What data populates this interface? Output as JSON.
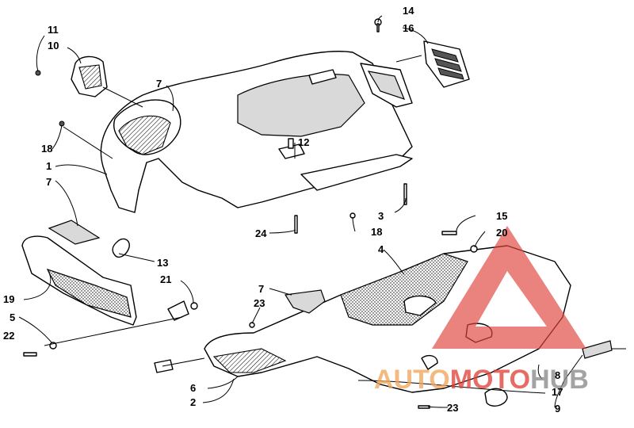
{
  "callouts": [
    {
      "id": "c1",
      "text": "1"
    },
    {
      "id": "c2",
      "text": "2"
    },
    {
      "id": "c3",
      "text": "3"
    },
    {
      "id": "c4",
      "text": "4"
    },
    {
      "id": "c5",
      "text": "5"
    },
    {
      "id": "c6",
      "text": "6"
    },
    {
      "id": "c7a",
      "text": "7"
    },
    {
      "id": "c7b",
      "text": "7"
    },
    {
      "id": "c7c",
      "text": "7"
    },
    {
      "id": "c8",
      "text": "8"
    },
    {
      "id": "c9",
      "text": "9"
    },
    {
      "id": "c10",
      "text": "10"
    },
    {
      "id": "c11",
      "text": "11"
    },
    {
      "id": "c12",
      "text": "12"
    },
    {
      "id": "c13",
      "text": "13"
    },
    {
      "id": "c14",
      "text": "14"
    },
    {
      "id": "c15",
      "text": "15"
    },
    {
      "id": "c16",
      "text": "16"
    },
    {
      "id": "c17",
      "text": "17"
    },
    {
      "id": "c18a",
      "text": "18"
    },
    {
      "id": "c18b",
      "text": "18"
    },
    {
      "id": "c19",
      "text": "19"
    },
    {
      "id": "c20",
      "text": "20"
    },
    {
      "id": "c21",
      "text": "21"
    },
    {
      "id": "c22",
      "text": "22"
    },
    {
      "id": "c23a",
      "text": "23"
    },
    {
      "id": "c23b",
      "text": "23"
    },
    {
      "id": "c24",
      "text": "24"
    }
  ],
  "watermark": {
    "text_part1": "AUTO",
    "text_part2": "MOTO",
    "text_part3": "HUB",
    "color_orange": "#f2a65a",
    "color_red": "#e0443c",
    "color_grey": "#8a8a8a"
  }
}
